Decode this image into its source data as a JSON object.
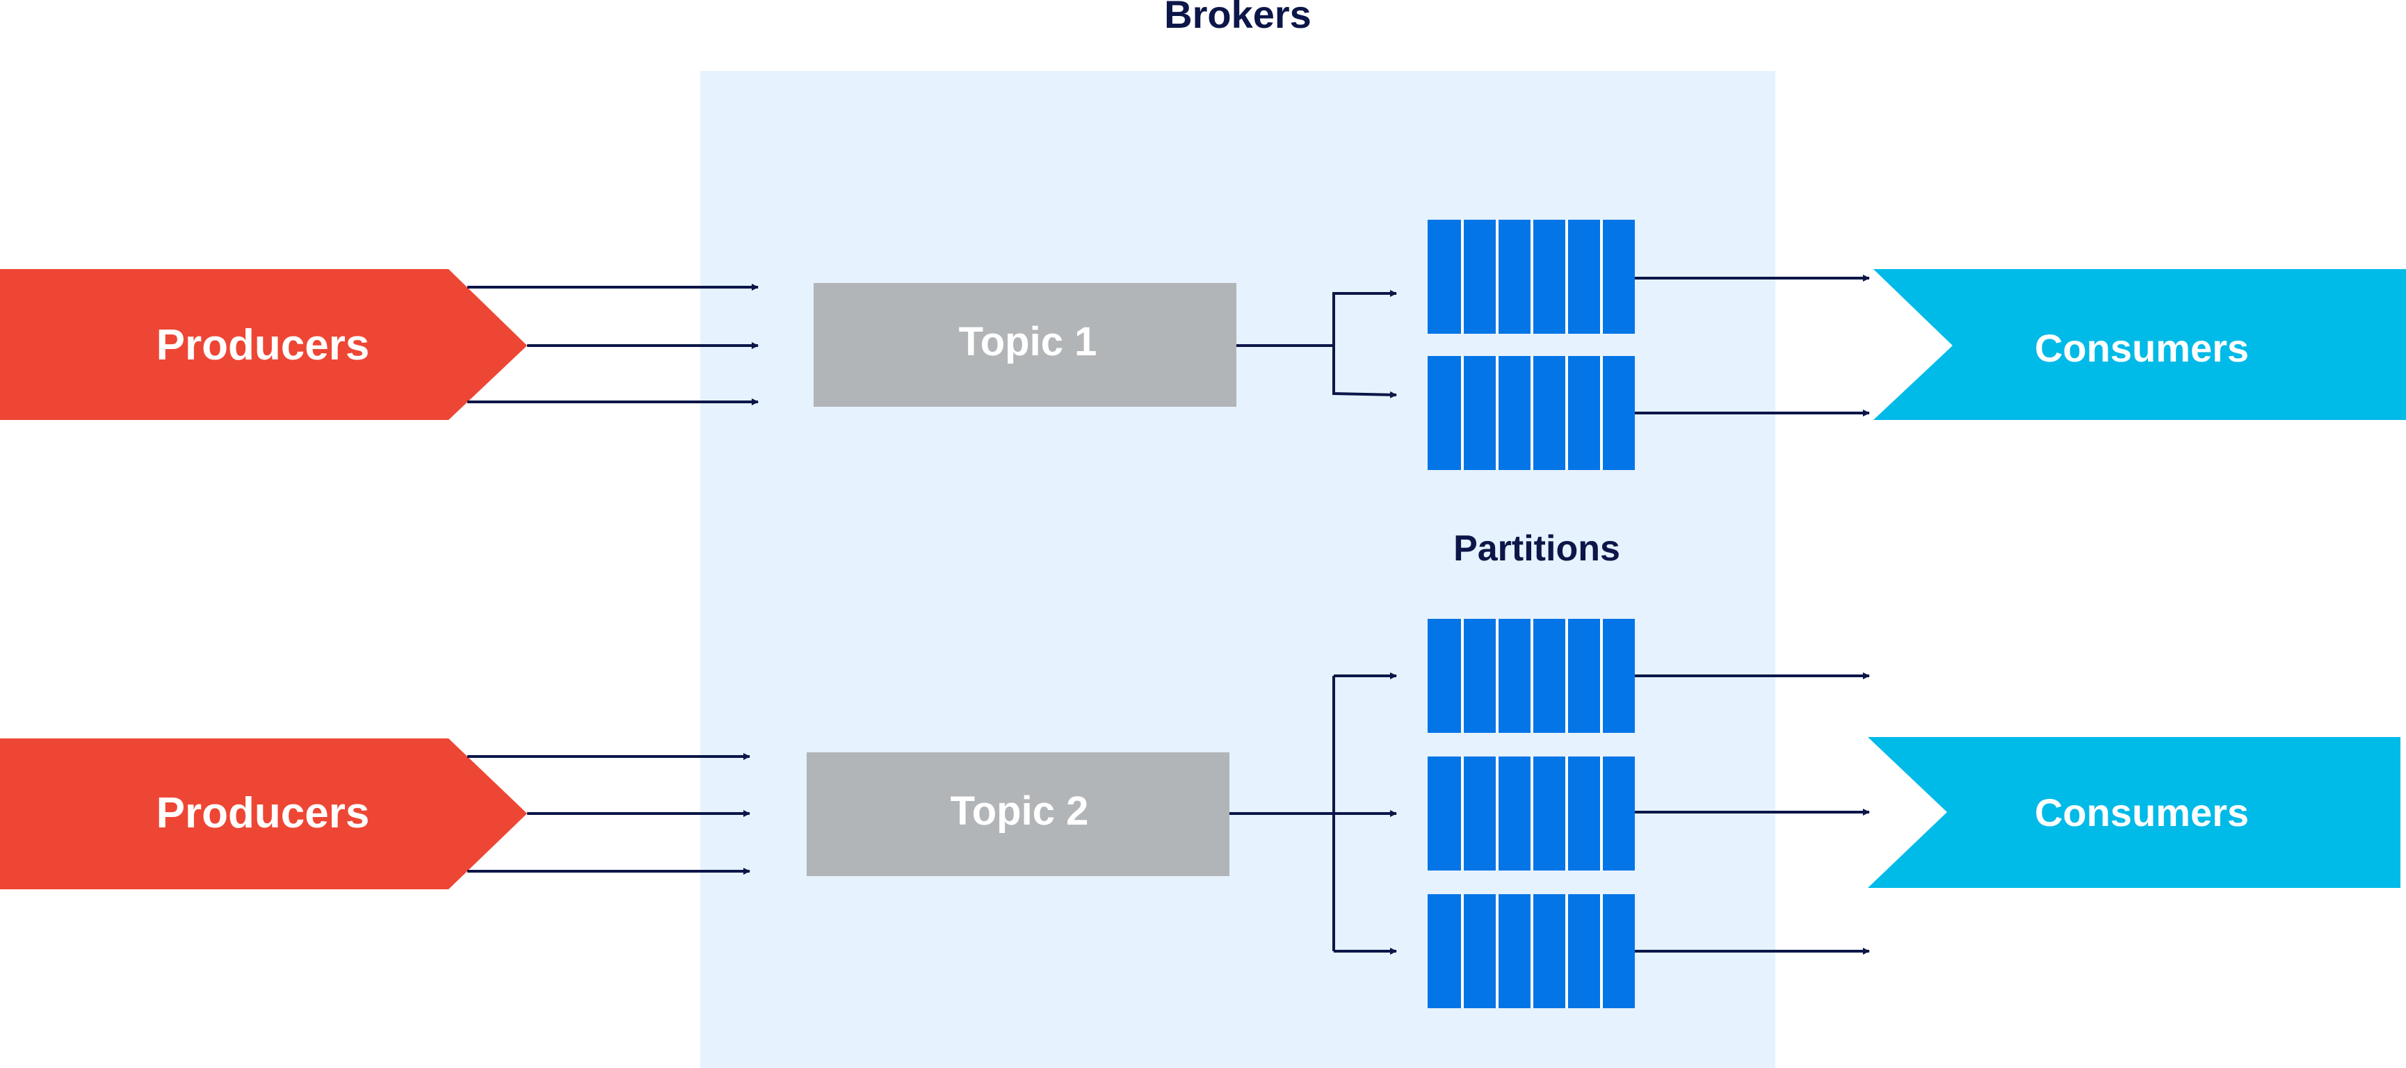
{
  "title": "Brokers",
  "partitions_label": "Partitions",
  "producers": [
    {
      "label": "Producers"
    },
    {
      "label": "Producers"
    }
  ],
  "consumers": [
    {
      "label": "Consumers"
    },
    {
      "label": "Consumers"
    }
  ],
  "topics": [
    {
      "label": "Topic 1",
      "partition_count": 2
    },
    {
      "label": "Topic 2",
      "partition_count": 3
    }
  ],
  "colors": {
    "producer": "#ee4634",
    "consumer": "#00bae8",
    "topic": "#b2b5b7",
    "partition": "#0475e6",
    "broker_bg": "#e6f2fd",
    "dark_text": "#0c1648",
    "arrow": "#0c1648",
    "white": "#ffffff"
  }
}
